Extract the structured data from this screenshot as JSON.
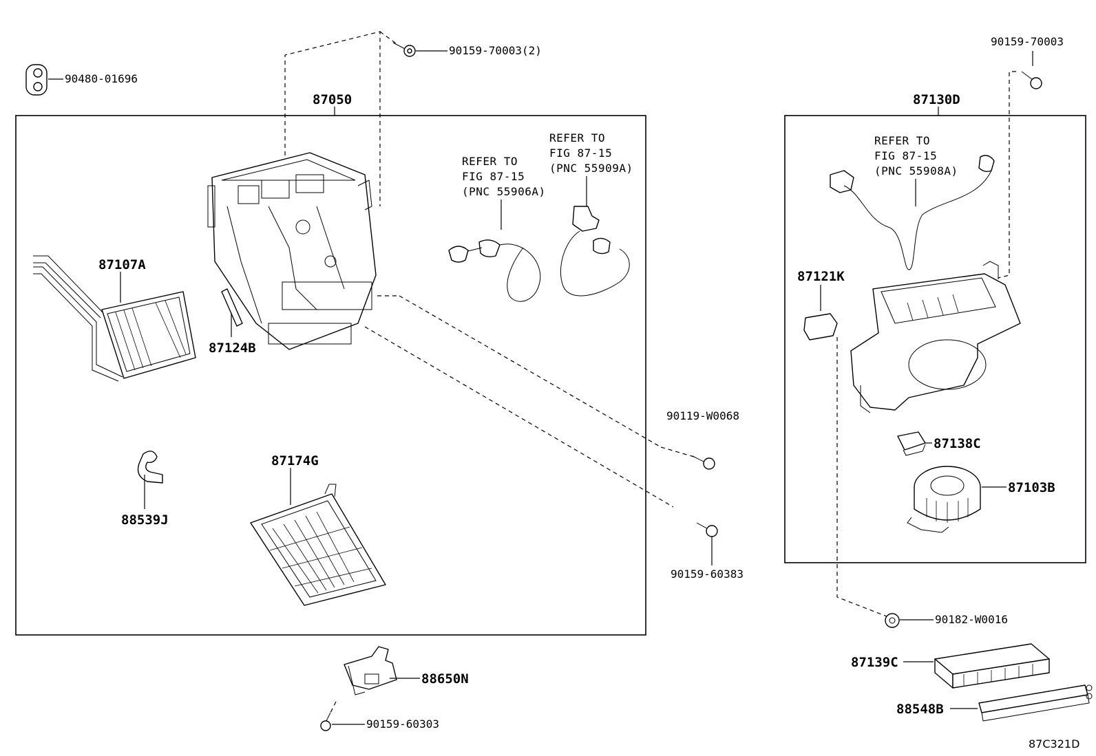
{
  "diagram_code": "87C321D",
  "groups": {
    "left_assembly": "87050",
    "right_assembly": "87130D"
  },
  "parts": {
    "p_9048001696": "90480-01696",
    "p_9015970003_2": "90159-70003(2)",
    "p_87107A": "87107A",
    "p_87124B": "87124B",
    "p_88539J": "88539J",
    "p_87174G": "87174G",
    "p_90119W0068": "90119-W0068",
    "p_9015960383": "90159-60383",
    "p_88650N": "88650N",
    "p_9015960303": "90159-60303",
    "p_9015970003": "90159-70003",
    "p_87121K": "87121K",
    "p_87138C": "87138C",
    "p_87103B": "87103B",
    "p_90182W0016": "90182-W0016",
    "p_87139C": "87139C",
    "p_88548B": "88548B"
  },
  "references": {
    "ref_55906A": {
      "line1": "REFER TO",
      "line2": "FIG 87-15",
      "line3": "(PNC 55906A)"
    },
    "ref_55909A": {
      "line1": "REFER TO",
      "line2": "FIG 87-15",
      "line3": "(PNC 55909A)"
    },
    "ref_55908A": {
      "line1": "REFER TO",
      "line2": "FIG 87-15",
      "line3": "(PNC 55908A)"
    }
  }
}
